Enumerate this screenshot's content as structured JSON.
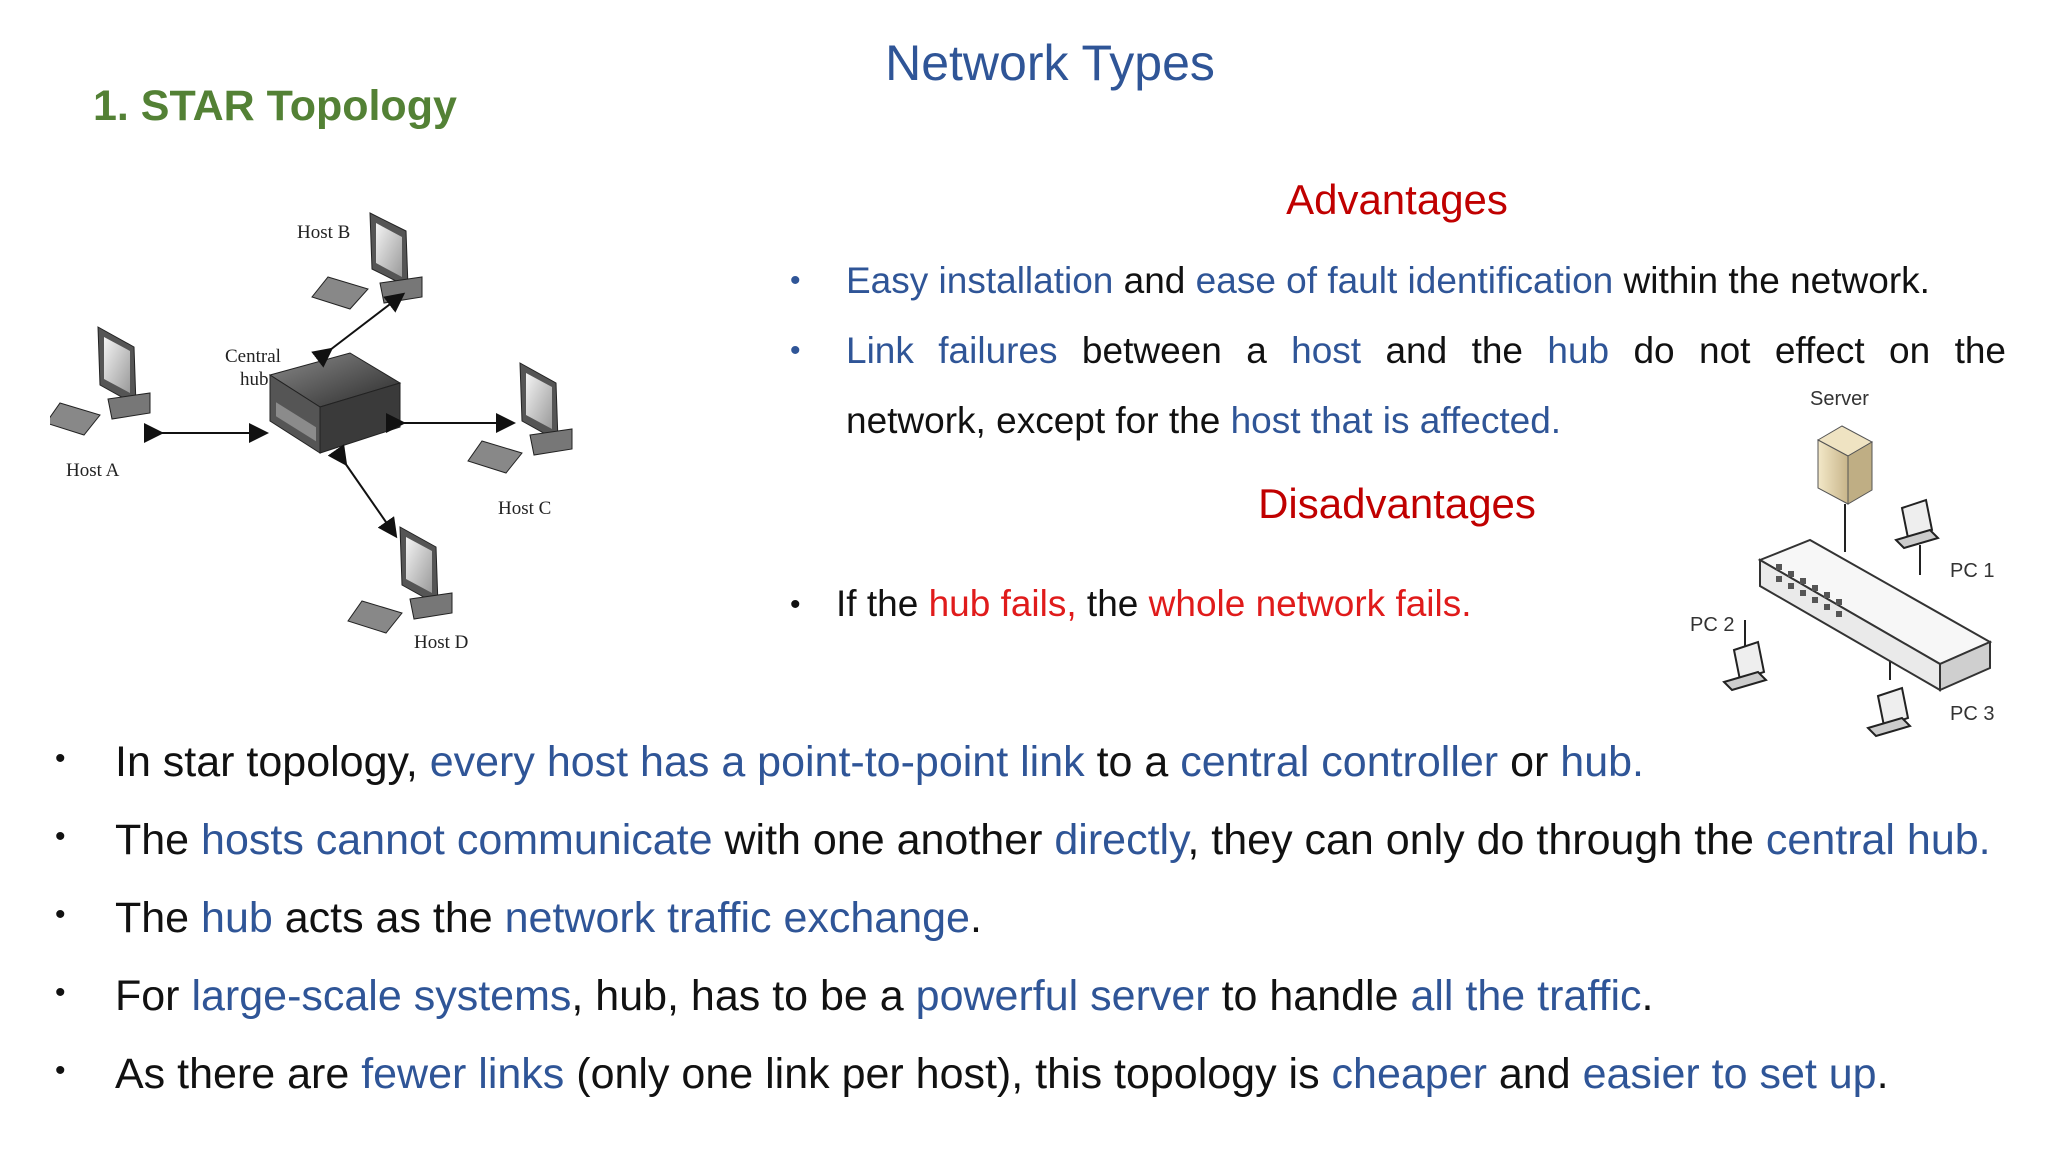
{
  "slide": {
    "title": "Network Types",
    "section_title": "1. STAR Topology"
  },
  "star_diagram": {
    "host_b": "Host B",
    "central_hub": [
      "Central",
      "hub"
    ],
    "host_a": "Host A",
    "host_c": "Host C",
    "host_d": "Host D"
  },
  "server_diagram": {
    "server": "Server",
    "pc1": "PC 1",
    "pc2": "PC 2",
    "pc3": "PC 3"
  },
  "advantages": {
    "heading": "Advantages",
    "item1": {
      "a": "Easy installation",
      "b": " and ",
      "c": "ease of fault identification",
      "d": " within the network."
    },
    "item2": {
      "w1": "Link",
      "w2": "failures",
      "w3": "between",
      "w4": "a",
      "w5": "host",
      "w6": "and",
      "w7": "the",
      "w8": "hub",
      "w9": "do",
      "w10": "not",
      "w11": "effect",
      "w12": "on",
      "w13": "the",
      "line2a": "network, except for the ",
      "line2b": "host that is affected."
    }
  },
  "disadvantages": {
    "heading": "Disadvantages",
    "item1": {
      "a": "If the ",
      "b": "hub fails,",
      "c": " the ",
      "d": "whole network fails."
    }
  },
  "bullets": [
    {
      "p1": "In star topology, ",
      "p2": "every host has a point-to-point link",
      "p3": " to a ",
      "p4": "central controller",
      "p5": " or ",
      "p6": "hub."
    },
    {
      "p1": "The ",
      "p2": "hosts cannot communicate",
      "p3": " with one another ",
      "p4": "directly",
      "p5": ", they can only do through the ",
      "p6": "central hub."
    },
    {
      "p1": "The ",
      "p2": "hub",
      "p3": " acts as the ",
      "p4": "network traffic exchange",
      "p5": "."
    },
    {
      "p1": "For ",
      "p2": "large-scale systems",
      "p3": ", hub, has to be a ",
      "p4": "powerful server",
      "p5": " to handle ",
      "p6": "all the traffic",
      "p7": "."
    },
    {
      "p1": "As there are ",
      "p2": "fewer links",
      "p3": " (only one link per host), this topology is ",
      "p4": "cheaper",
      "p5": " and ",
      "p6": "easier to set up",
      "p7": "."
    }
  ],
  "bullet_symbol": "•",
  "colors": {
    "title_blue": "#2f5597",
    "section_green": "#538135",
    "heading_red": "#c00000",
    "highlight_red": "#e01b1b"
  }
}
